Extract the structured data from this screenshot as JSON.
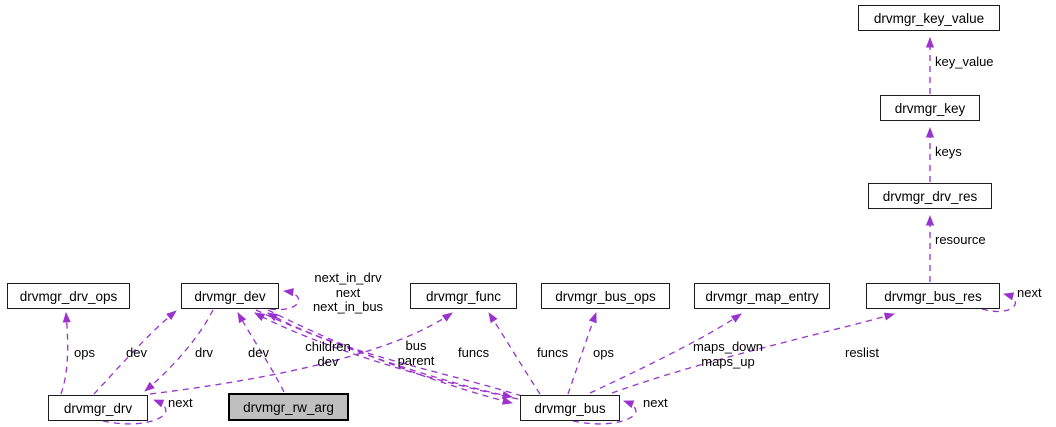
{
  "diagram": {
    "kind": "collaboration-graph",
    "highlighted_node": "drvmgr_rw_arg",
    "colors": {
      "edge": "#9a32cd",
      "node_border": "#1c1c1c",
      "node_fill": "#ffffff",
      "highlight_fill": "#bfbfbf",
      "text": "#000000",
      "background": "#ffffff"
    },
    "nodes": {
      "drvmgr_key_value": {
        "label": "drvmgr_key_value"
      },
      "drvmgr_key": {
        "label": "drvmgr_key"
      },
      "drvmgr_drv_res": {
        "label": "drvmgr_drv_res"
      },
      "drvmgr_bus_res": {
        "label": "drvmgr_bus_res"
      },
      "drvmgr_drv_ops": {
        "label": "drvmgr_drv_ops"
      },
      "drvmgr_dev": {
        "label": "drvmgr_dev"
      },
      "drvmgr_func": {
        "label": "drvmgr_func"
      },
      "drvmgr_bus_ops": {
        "label": "drvmgr_bus_ops"
      },
      "drvmgr_map_entry": {
        "label": "drvmgr_map_entry"
      },
      "drvmgr_drv": {
        "label": "drvmgr_drv"
      },
      "drvmgr_rw_arg": {
        "label": "drvmgr_rw_arg"
      },
      "drvmgr_bus": {
        "label": "drvmgr_bus"
      }
    },
    "edges": {
      "key_value": {
        "label": "key_value"
      },
      "keys": {
        "label": "keys"
      },
      "resource": {
        "label": "resource"
      },
      "busres_next": {
        "label": "next"
      },
      "reslist": {
        "label": "reslist"
      },
      "maps": {
        "label": "maps_down\nmaps_up"
      },
      "bus_ops": {
        "label": "ops"
      },
      "bus_funcs": {
        "label": "funcs"
      },
      "drv_funcs": {
        "label": "funcs"
      },
      "bus_children": {
        "label": "children\ndev"
      },
      "dev_bus": {
        "label": "bus\nparent"
      },
      "rw_dev": {
        "label": "dev"
      },
      "dev_drv": {
        "label": "drv"
      },
      "drv_dev": {
        "label": "dev"
      },
      "drv_ops": {
        "label": "ops"
      },
      "drv_next": {
        "label": "next"
      },
      "bus_next": {
        "label": "next"
      },
      "dev_next": {
        "label": "next_in_drv\nnext\nnext_in_bus"
      }
    }
  }
}
